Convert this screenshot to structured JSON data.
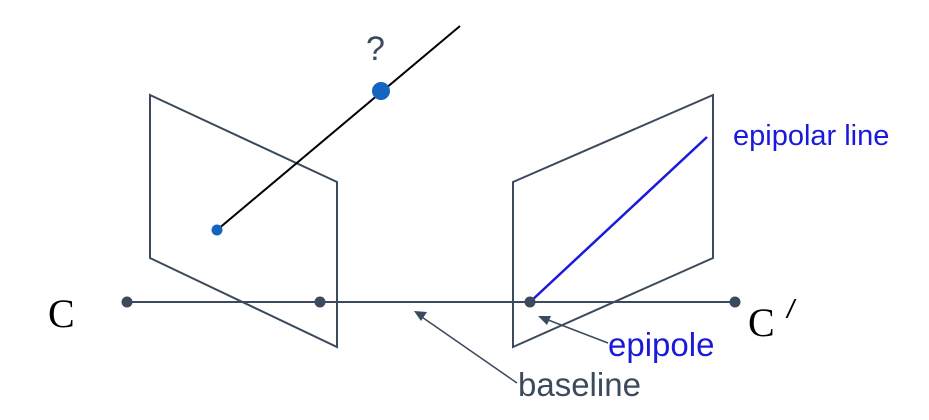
{
  "labels": {
    "question_mark": "?",
    "epipolar_line": "epipolar line",
    "camera_left": "C",
    "camera_right": "C",
    "camera_right_prime": "/",
    "epipole": "epipole",
    "baseline": "baseline"
  },
  "colors": {
    "plane_stroke": "#3b4a5c",
    "ray": "#000000",
    "epipolar_line": "#1a1adb",
    "point_fill": "#1565c0",
    "camera_point": "#3b4a5c",
    "label_blue": "#1a1adb",
    "label_gray": "#3b4a5c",
    "label_black": "#000000"
  }
}
